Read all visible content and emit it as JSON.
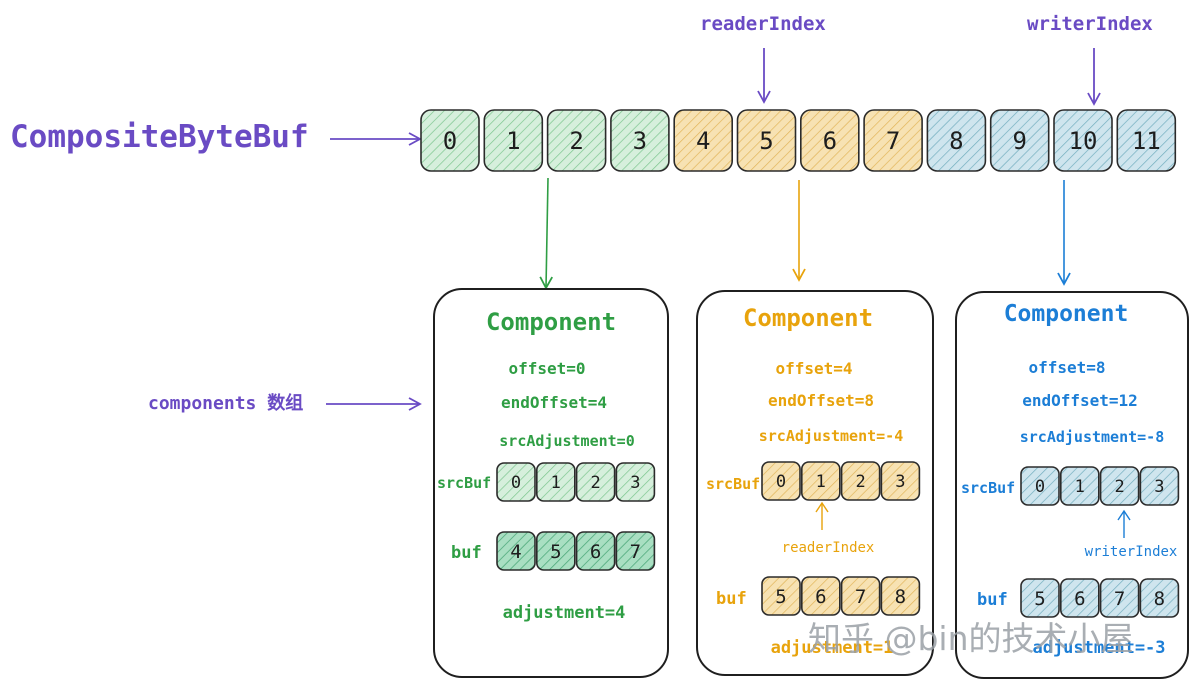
{
  "colors": {
    "purple": "#6a4bc4",
    "green": "#2f9e44",
    "orange": "#e8a30c",
    "blue": "#1c7ed6",
    "cell_green": "#d6efdc",
    "cell_orange": "#f7e2b3",
    "cell_blue": "#cfe5ee",
    "cell_green_dark": "#9fd8b8",
    "watermark": "#9aa0a6"
  },
  "top": {
    "title": "CompositeByteBuf",
    "reader_label": "readerIndex",
    "writer_label": "writerIndex",
    "cells": [
      {
        "label": "0",
        "color": "green"
      },
      {
        "label": "1",
        "color": "green"
      },
      {
        "label": "2",
        "color": "green"
      },
      {
        "label": "3",
        "color": "green"
      },
      {
        "label": "4",
        "color": "orange"
      },
      {
        "label": "5",
        "color": "orange"
      },
      {
        "label": "6",
        "color": "orange"
      },
      {
        "label": "7",
        "color": "orange"
      },
      {
        "label": "8",
        "color": "blue"
      },
      {
        "label": "9",
        "color": "blue"
      },
      {
        "label": "10",
        "color": "blue"
      },
      {
        "label": "11",
        "color": "blue"
      }
    ]
  },
  "components_label": "components 数组",
  "components": [
    {
      "title": "Component",
      "color": "green",
      "offset": "offset=0",
      "end_offset": "endOffset=4",
      "src_adjustment": "srcAdjustment=0",
      "src_buf_label": "srcBuf",
      "src_buf": [
        "0",
        "1",
        "2",
        "3"
      ],
      "src_index_label": "",
      "buf_label": "buf",
      "buf": [
        "4",
        "5",
        "6",
        "7"
      ],
      "adjustment": "adjustment=4"
    },
    {
      "title": "Component",
      "color": "orange",
      "offset": "offset=4",
      "end_offset": "endOffset=8",
      "src_adjustment": "srcAdjustment=-4",
      "src_buf_label": "srcBuf",
      "src_buf": [
        "0",
        "1",
        "2",
        "3"
      ],
      "src_index_label": "readerIndex",
      "buf_label": "buf",
      "buf": [
        "5",
        "6",
        "7",
        "8"
      ],
      "adjustment": "adjustment=1"
    },
    {
      "title": "Component",
      "color": "blue",
      "offset": "offset=8",
      "end_offset": "endOffset=12",
      "src_adjustment": "srcAdjustment=-8",
      "src_buf_label": "srcBuf",
      "src_buf": [
        "0",
        "1",
        "2",
        "3"
      ],
      "src_index_label": "writerIndex",
      "buf_label": "buf",
      "buf": [
        "5",
        "6",
        "7",
        "8"
      ],
      "adjustment": "adjustment=-3"
    }
  ],
  "watermark": "知乎 @bin的技术小屋"
}
